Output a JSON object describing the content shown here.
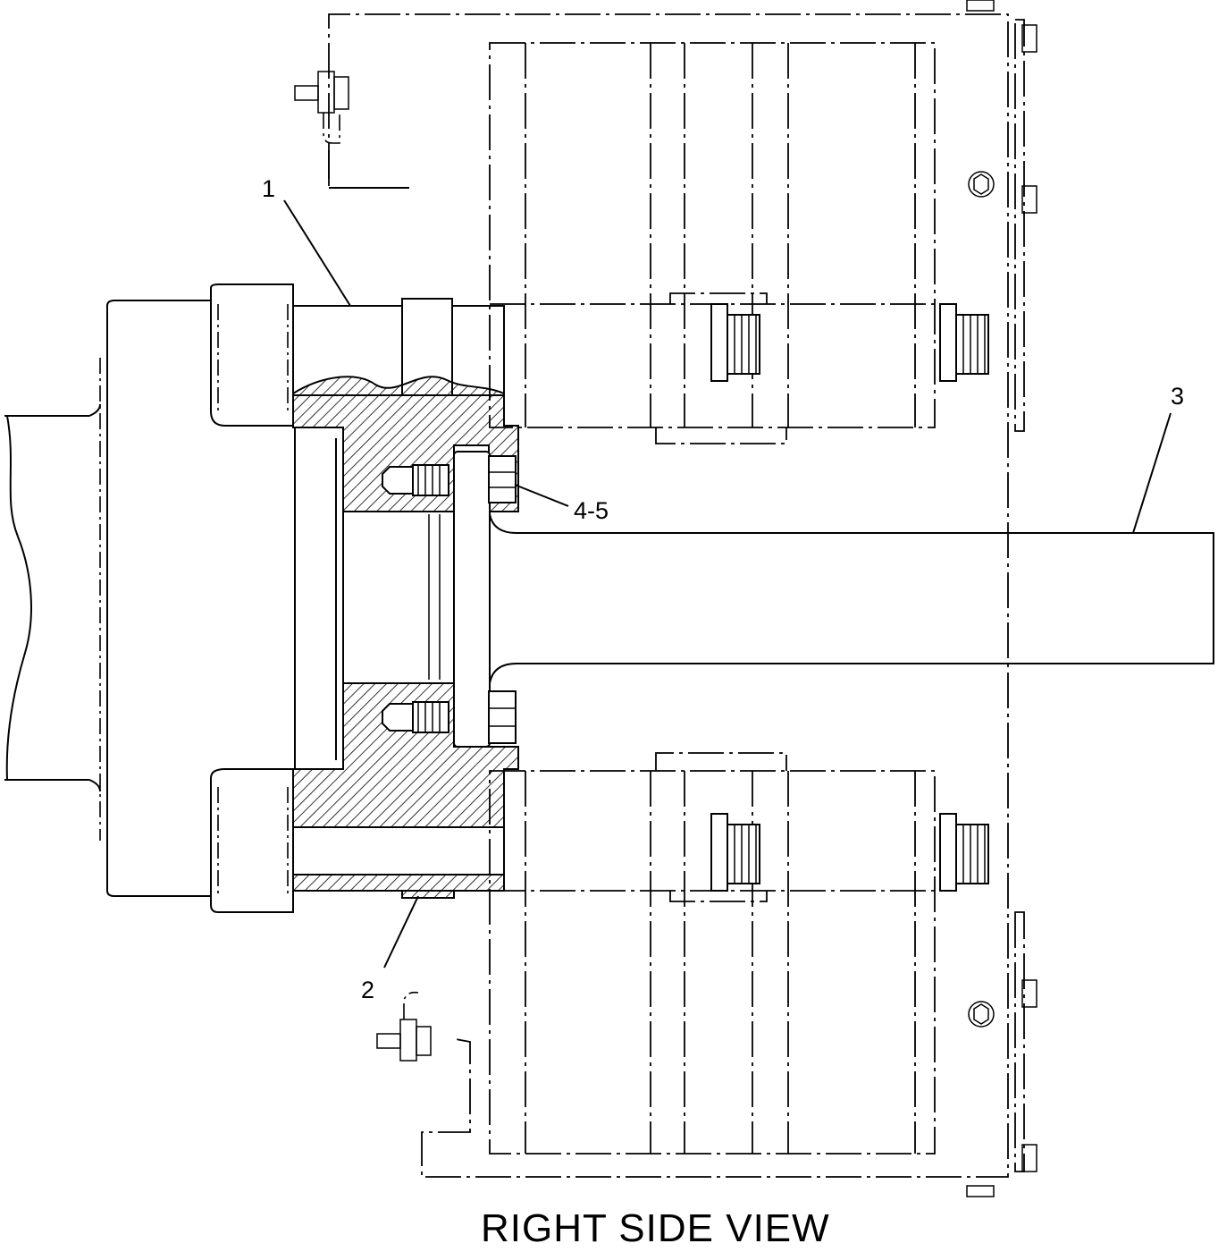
{
  "diagram": {
    "callouts": [
      {
        "id": "1",
        "label": "1"
      },
      {
        "id": "2",
        "label": "2"
      },
      {
        "id": "3",
        "label": "3"
      },
      {
        "id": "4-5",
        "label": "4-5"
      }
    ],
    "caption": "RIGHT SIDE VIEW"
  }
}
